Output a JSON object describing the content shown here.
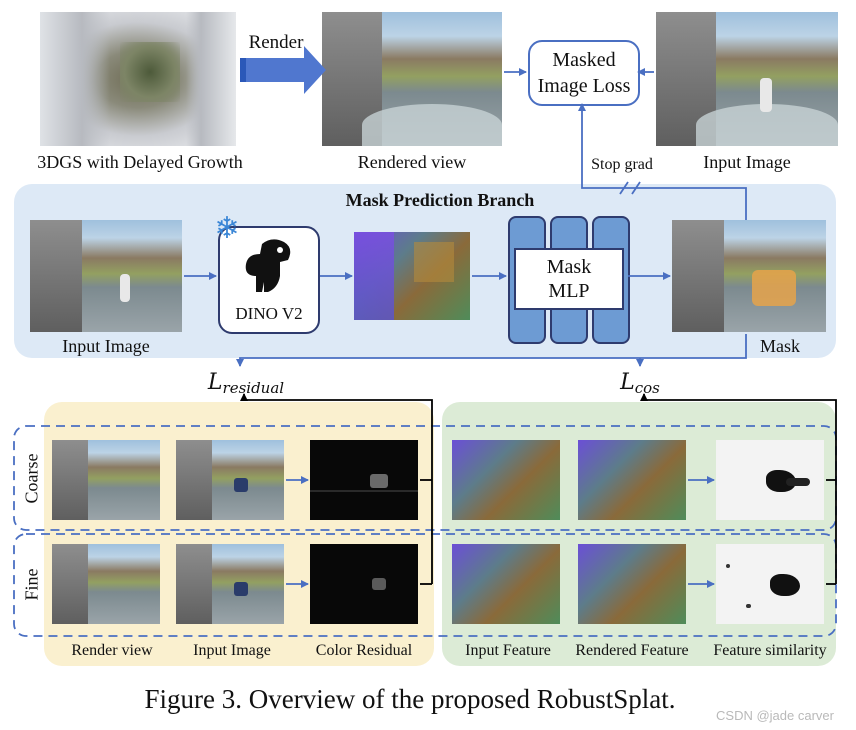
{
  "top": {
    "source_label": "3DGS with Delayed Growth",
    "render_label": "Render",
    "rendered_label": "Rendered view",
    "loss_box": "Masked\nImage Loss",
    "input_label": "Input Image",
    "stop_grad": "Stop grad"
  },
  "branch": {
    "title": "Mask Prediction Branch",
    "input_label": "Input Image",
    "dino_label": "DINO V2",
    "mlp_box": "Mask\nMLP",
    "mask_label": "Mask"
  },
  "losses": {
    "residual_symbol": "L",
    "residual_sub": "residual",
    "cos_symbol": "L",
    "cos_sub": "cos"
  },
  "rows": {
    "coarse": "Coarse",
    "fine": "Fine"
  },
  "columns": {
    "render_view": "Render view",
    "input_image": "Input Image",
    "color_residual": "Color Residual",
    "input_feature": "Input Feature",
    "rendered_feature": "Rendered Feature",
    "feature_similarity": "Feature similarity"
  },
  "caption": "Figure 3. Overview of the proposed RobustSplat.",
  "watermark": "CSDN @jade carver",
  "colors": {
    "blue_line": "#4a6fc2",
    "branch_bg": "#dde9f6",
    "residual_bg": "#faf0cf",
    "feature_bg": "#dcebd6",
    "mlp_fill": "#6d9bd3"
  }
}
